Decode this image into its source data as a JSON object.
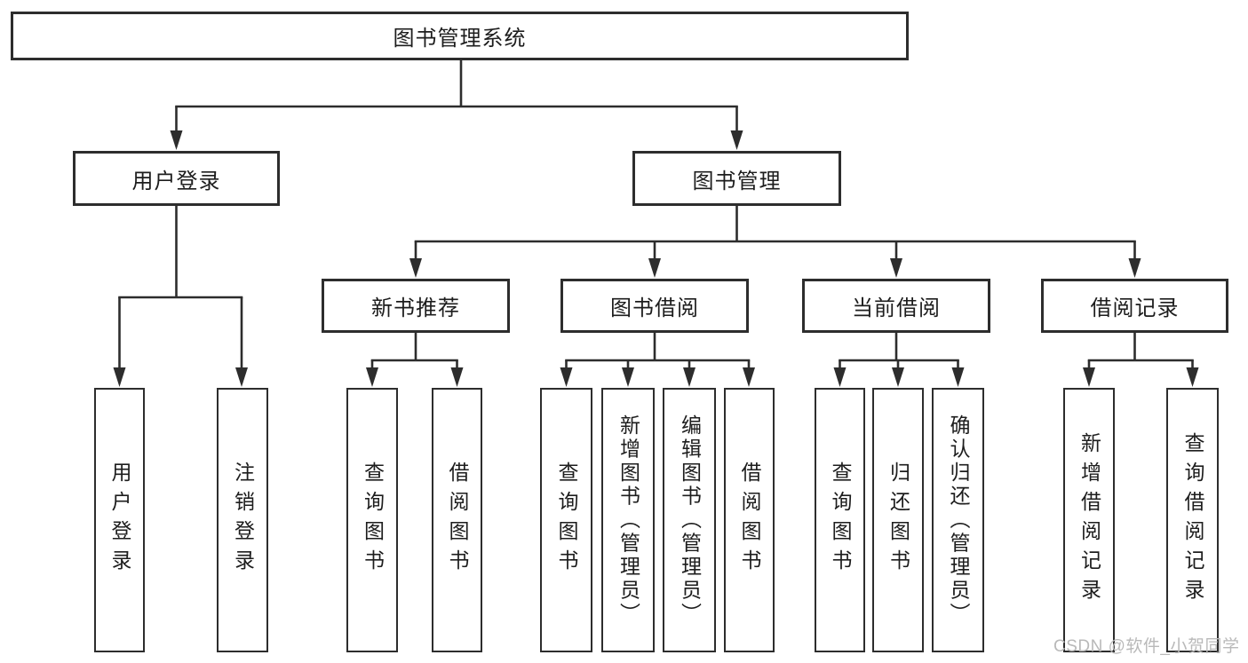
{
  "diagram": {
    "root": {
      "label": "图书管理系统"
    },
    "branches": [
      {
        "label": "用户登录",
        "children": [
          {
            "label": "用户登录"
          },
          {
            "label": "注销登录"
          }
        ]
      },
      {
        "label": "图书管理",
        "children": [
          {
            "label": "新书推荐",
            "children": [
              {
                "label": "查询图书"
              },
              {
                "label": "借阅图书"
              }
            ]
          },
          {
            "label": "图书借阅",
            "children": [
              {
                "label": "查询图书"
              },
              {
                "label": "新增图书（管理员）"
              },
              {
                "label": "编辑图书（管理员）"
              },
              {
                "label": "借阅图书"
              }
            ]
          },
          {
            "label": "当前借阅",
            "children": [
              {
                "label": "查询图书"
              },
              {
                "label": "归还图书"
              },
              {
                "label": "确认归还（管理员）"
              }
            ]
          },
          {
            "label": "借阅记录",
            "children": [
              {
                "label": "新增借阅记录"
              },
              {
                "label": "查询借阅记录"
              }
            ]
          }
        ]
      }
    ]
  },
  "watermark": {
    "text": "CSDN @软件_小贺同学"
  },
  "colors": {
    "line": "#2d2d2d",
    "box_border": "#2d2d2d",
    "box_fill": "#ffffff",
    "text": "#1d1d1d",
    "watermark": "#b9b9b9"
  }
}
